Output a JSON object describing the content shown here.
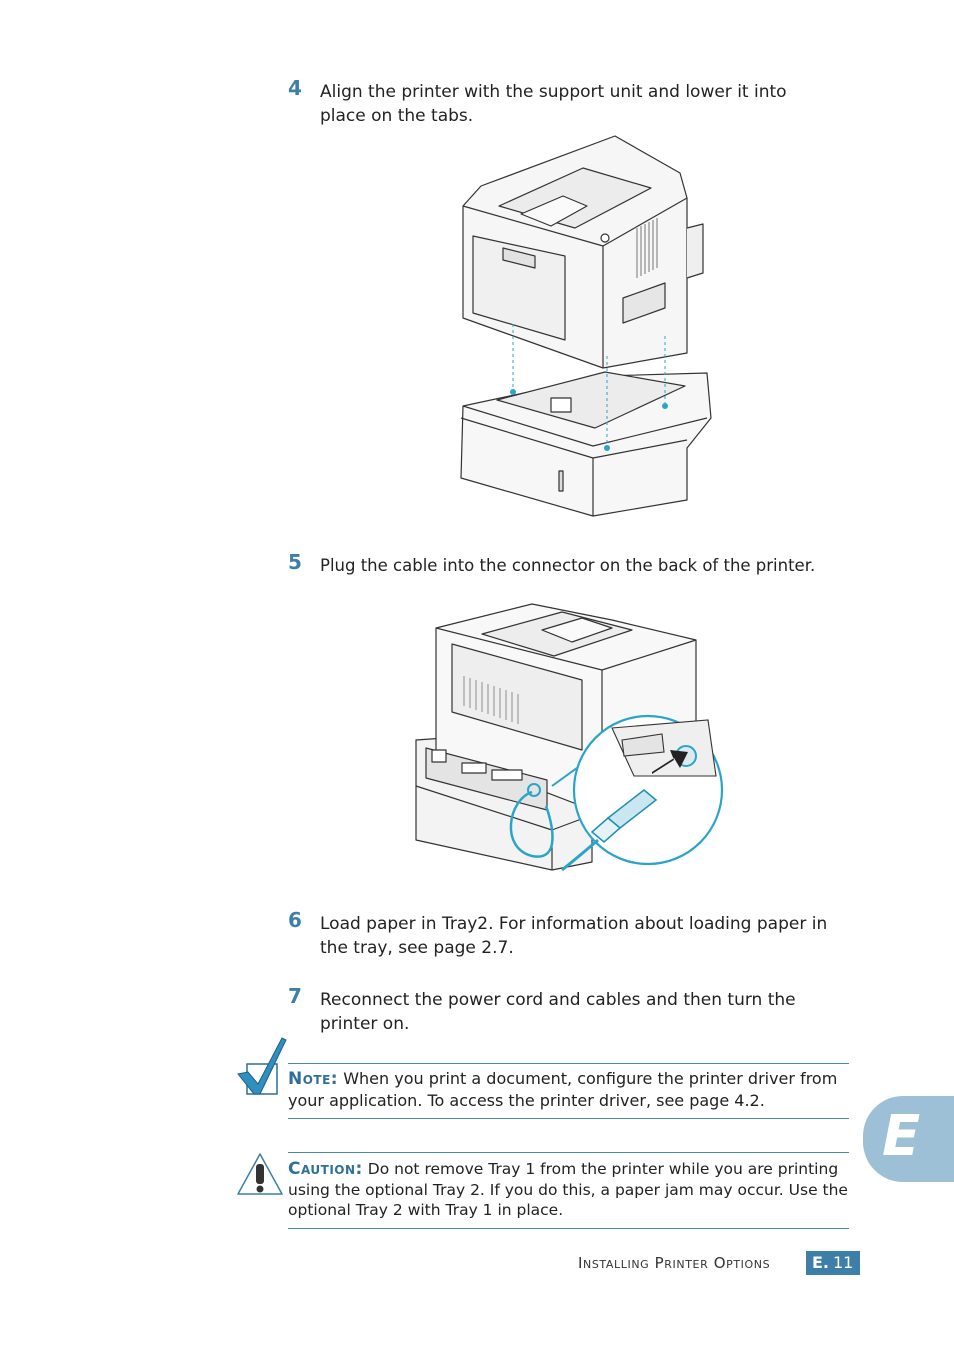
{
  "steps": [
    {
      "num": "4",
      "text": "Align the printer with the support unit and lower it into place on the tabs."
    },
    {
      "num": "5",
      "text": "Plug the cable into the connector on the back of the printer."
    },
    {
      "num": "6",
      "text": "Load paper in Tray2. For information about loading paper in the tray, see page 2.7."
    },
    {
      "num": "7",
      "text": "Reconnect the power cord and cables and then turn the printer on."
    }
  ],
  "note": {
    "label": "Note:",
    "text": "When you print a document, configure the printer driver from your application. To access the printer driver, see page 4.2."
  },
  "caution": {
    "label": "Caution:",
    "text": "Do not remove Tray 1 from the printer while you are printing using the optional Tray 2. If you do this, a paper jam may occur. Use the optional Tray 2 with Tray 1 in place."
  },
  "chapter_tab": "E",
  "footer": {
    "title": "Installing Printer Options",
    "page_prefix": "E.",
    "page_num": "11"
  },
  "colors": {
    "accent": "#3d7fa8",
    "tab": "#9ec0d6",
    "cyan_guide": "#2aa5c9"
  },
  "icons": [
    "checkmark-note-icon",
    "caution-exclamation-icon"
  ]
}
